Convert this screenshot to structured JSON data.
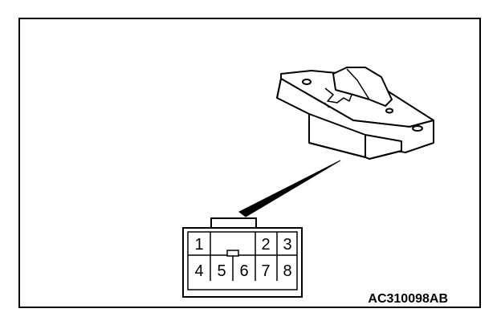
{
  "figure": {
    "code": "AC310098AB"
  },
  "connector": {
    "pins_top": [
      "1",
      "2",
      "3"
    ],
    "pins_bottom": [
      "4",
      "5",
      "6",
      "7",
      "8"
    ]
  }
}
